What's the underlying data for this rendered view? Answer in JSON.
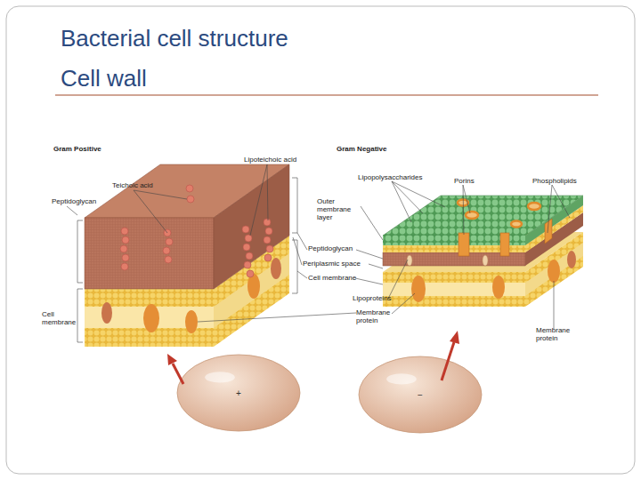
{
  "diagram": {
    "title": "Bacterial cell structure",
    "nodes": [
      {
        "text": [
          "+"
        ]
      },
      {
        "text": [
          "−"
        ]
      }
    ],
    "labels": [
      "Cell wall",
      "Gram Positive",
      "Teichoic acid",
      "Lipoteichoic acid",
      "Peptidoglycan",
      "Cell membrane",
      "Gram Negative",
      "Lipopolysaccharides",
      "Porins",
      "Phospholipids",
      "Outer membrane layer",
      "Peptidoglycan",
      "Periplasmic space",
      "Cell membrane",
      "Lipoproteins",
      "Membrane protein",
      "Membrane protein"
    ]
  }
}
